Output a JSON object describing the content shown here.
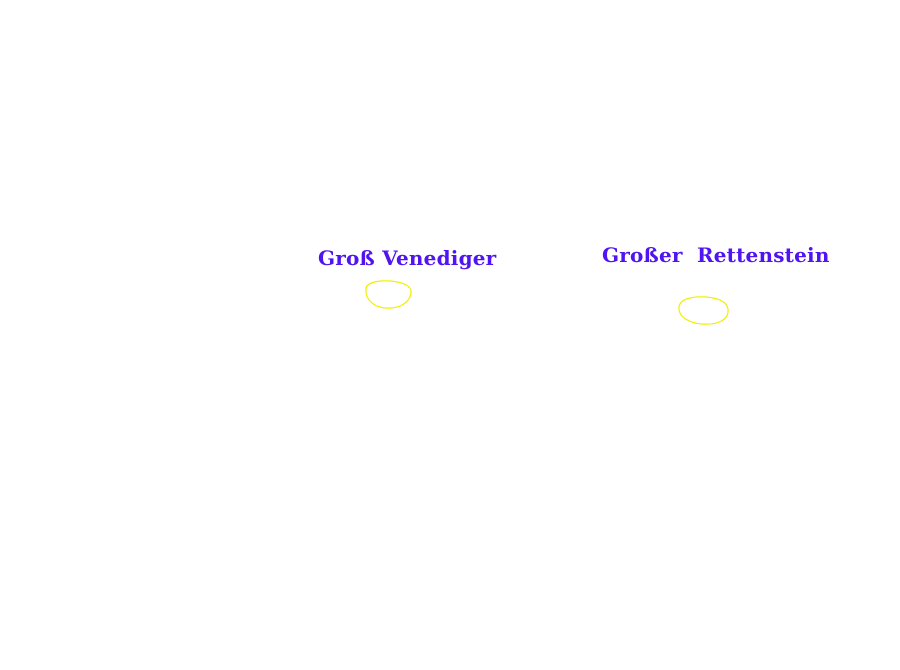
{
  "colors": {
    "background": "#ffffff",
    "label": "#5014f0",
    "marker": "#f0f000"
  },
  "peaks": [
    {
      "name": "Groß Venediger",
      "marker": "yellow-ellipse"
    },
    {
      "name": "Großer  Rettenstein",
      "marker": "yellow-ellipse"
    }
  ]
}
